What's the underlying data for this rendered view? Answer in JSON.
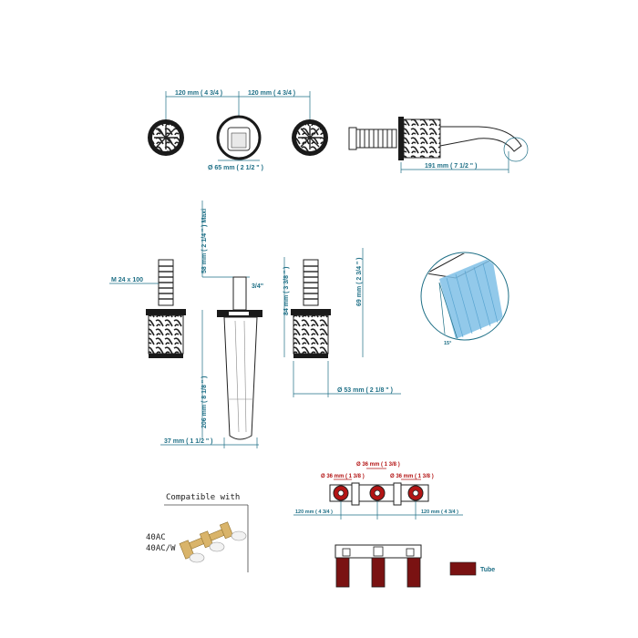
{
  "top_view": {
    "dim_left": "120 mm ( 4 3/4 )",
    "dim_right": "120 mm ( 4 3/4 )",
    "spout_diameter": "Ø  65 mm ( 2 1/2 \" )",
    "spout_projection": "191 mm ( 7 1/2 \" )"
  },
  "side_view": {
    "thread": "M  24  x 100",
    "max_depth": "58 mm ( 2 1/4 \" )   Maxi",
    "spout_length": "206 mm ( 8 1/8 \" )",
    "spout_thread": "3/4\"",
    "handle_height": "84 mm ( 3 3/8 \" )",
    "handle_upper": "69 mm ( 2 3/4 \" )",
    "base_diameter": "Ø  53 mm ( 2 1/8 \" )",
    "spout_width": "37 mm ( 1 1/2 \" )"
  },
  "detail": {
    "angle": "15°"
  },
  "compatible": {
    "heading": "Compatible with",
    "models": [
      "40AC",
      "40AC/W"
    ]
  },
  "rough_in": {
    "dia_left": "Ø 36 mm ( 1 3/8 )",
    "dia_center": "Ø 36 mm ( 1 3/8 )",
    "dia_right": "Ø 36 mm ( 1 3/8 )",
    "spacing_left": "120 mm ( 4 3/4 )",
    "spacing_right": "120 mm ( 4 3/4 )"
  },
  "legend": {
    "tube_label": "Tube",
    "tube_color": "#7a1212"
  },
  "colors": {
    "dimension": "#1e6f86",
    "highlight": "#b31414",
    "water": "#7fc0e6"
  }
}
